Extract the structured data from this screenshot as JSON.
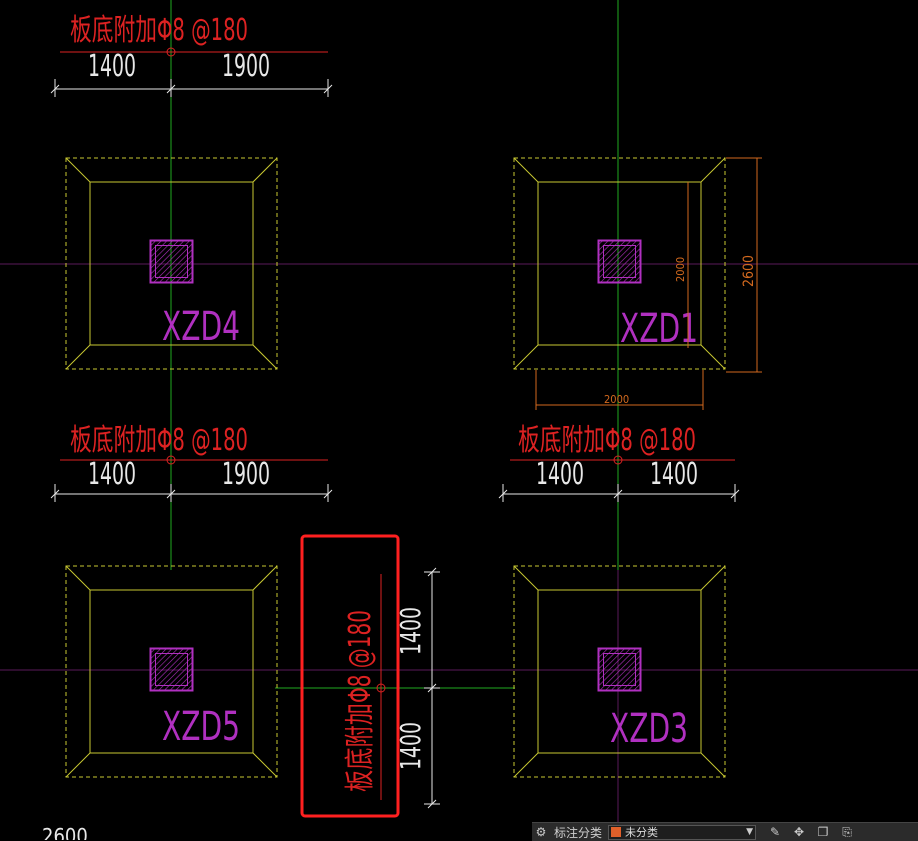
{
  "colors": {
    "background": "#000000",
    "axis_green": "#1faa1f",
    "grid_magenta": "#7a1f7a",
    "rebar_red": "#dd2222",
    "column_label": "#b030c0",
    "outline_yellow": "#c8c832",
    "dim_white": "#e8e8e8",
    "dim_orange": "#d2691e",
    "highlight_box": "#ff2020"
  },
  "columns": [
    {
      "label": "XZD4"
    },
    {
      "label": "XZD1"
    },
    {
      "label": "XZD5"
    },
    {
      "label": "XZD3"
    }
  ],
  "rebar_annotations": [
    {
      "text": "板底附加Φ8 @180",
      "left": "1400",
      "right": "1900"
    },
    {
      "text": "板底附加Φ8 @180",
      "left": "1400",
      "right": "1900"
    },
    {
      "text": "板底附加Φ8 @180",
      "left": "1400",
      "right": "1400"
    },
    {
      "text": "板底附加Φ8 @180",
      "upper": "1400",
      "lower": "1400"
    }
  ],
  "dimensions": {
    "xzd1_inner_h": "2000",
    "xzd1_outer_h": "2600",
    "xzd1_inner_w": "2000",
    "bottom_left_partial": "2600"
  },
  "toolbar": {
    "icon_left": "gear-group-icon",
    "label": "标注分类",
    "select_value": "未分类",
    "swatch_color": "#e0602a",
    "tools": [
      "edit-icon",
      "move-icon",
      "copy-icon",
      "paste-icon"
    ]
  }
}
